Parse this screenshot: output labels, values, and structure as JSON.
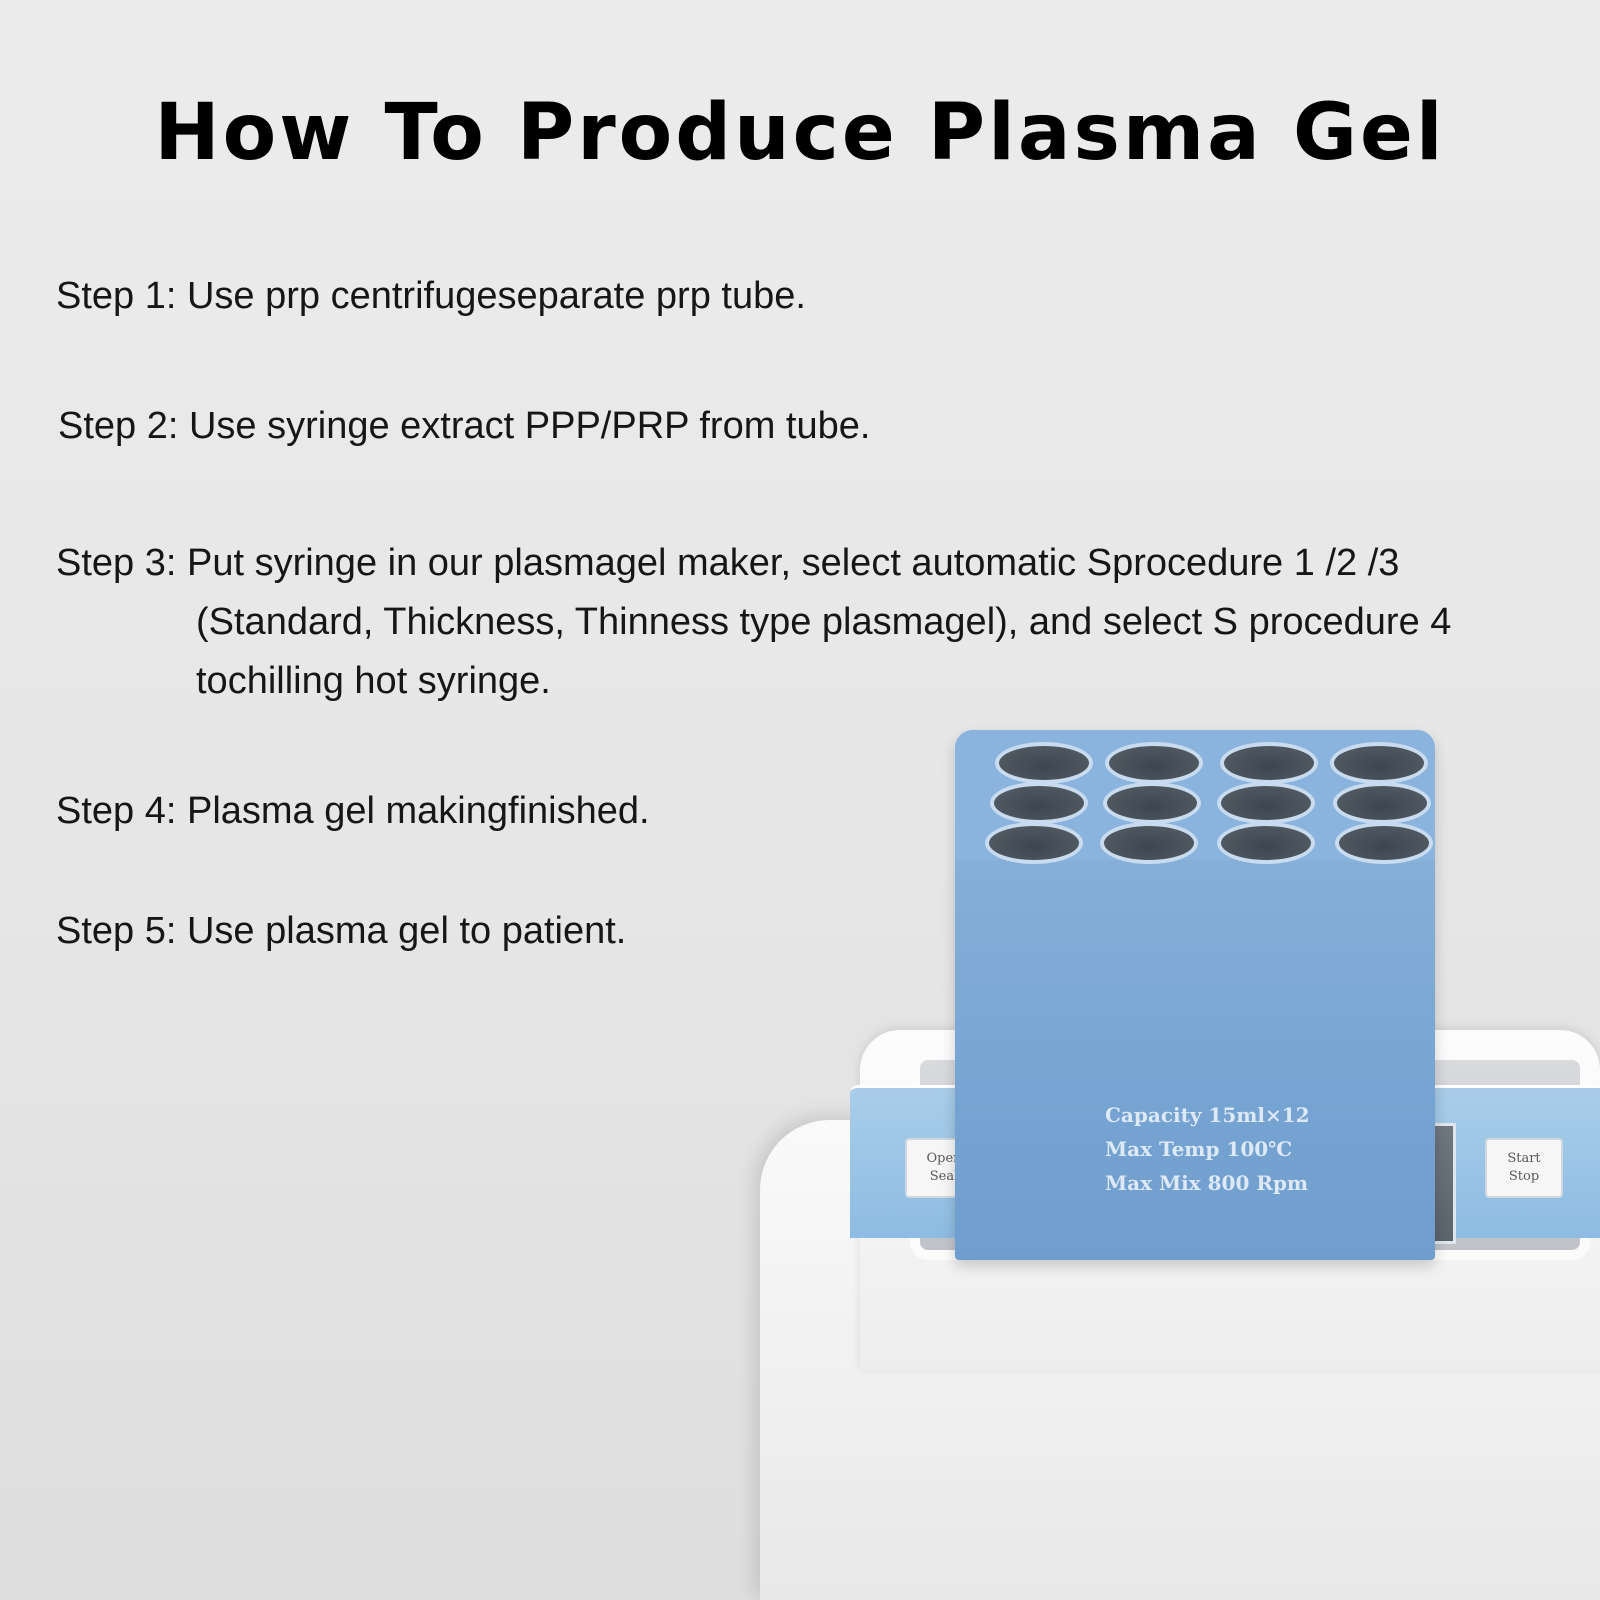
{
  "title": "How To Produce Plasma Gel",
  "steps": [
    {
      "label": "Step 1:",
      "text": "Use prp centrifugeseparate prp tube."
    },
    {
      "label": "Step 2:",
      "text": "Use syringe extract PPP/PRP from tube."
    },
    {
      "label": "Step 3:",
      "lines": [
        "Put syringe in our plasmagel maker, select automatic Sprocedure 1 /2 /3",
        "(Standard, Thickness, Thinness type plasmagel), and select S procedure 4",
        "tochilling hot syringe."
      ]
    },
    {
      "label": "Step 4:",
      "text": "Plasma gel makingfinished."
    },
    {
      "label": "Step 5:",
      "text": "Use plasma gel to patient."
    }
  ],
  "machine": {
    "block_label": [
      "Capacity 15ml×12",
      "Max Temp 100℃",
      "Max Mix 800 Rpm"
    ],
    "button_left": [
      "Open",
      "Seal"
    ],
    "button_right": [
      "Start",
      "Stop"
    ],
    "colors": {
      "block": "#7aa7d4",
      "panel": "#9cc6e6",
      "body": "#f4f4f4"
    }
  }
}
